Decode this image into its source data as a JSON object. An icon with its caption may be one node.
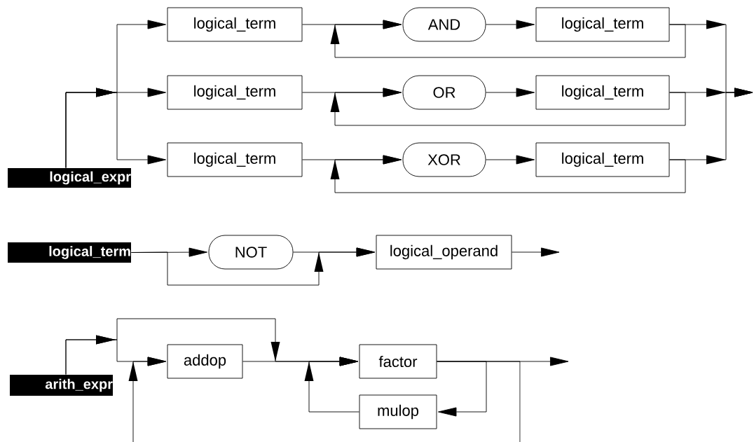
{
  "diagram": {
    "nodes": [
      {
        "text": [
          "logical_expr"
        ]
      },
      {
        "text": [
          "logical_term"
        ]
      },
      {
        "text": [
          "AND"
        ]
      },
      {
        "text": [
          "logical_term"
        ]
      },
      {
        "text": [
          "logical_term"
        ]
      },
      {
        "text": [
          "OR"
        ]
      },
      {
        "text": [
          "logical_term"
        ]
      },
      {
        "text": [
          "logical_term"
        ]
      },
      {
        "text": [
          "XOR"
        ]
      },
      {
        "text": [
          "logical_term"
        ]
      },
      {
        "text": [
          "logical_term"
        ]
      },
      {
        "text": [
          "NOT"
        ]
      },
      {
        "text": [
          "logical_operand"
        ]
      },
      {
        "text": [
          "arith_expr"
        ]
      },
      {
        "text": [
          "addop"
        ]
      },
      {
        "text": [
          "factor"
        ]
      },
      {
        "text": [
          "mulop"
        ]
      }
    ],
    "edges": [
      {
        "from": 0,
        "to": 1,
        "arrow": "to"
      },
      {
        "from": 0,
        "to": 4,
        "arrow": "to"
      },
      {
        "from": 0,
        "to": 7,
        "arrow": "to"
      },
      {
        "from": 1,
        "to": 2,
        "arrow": "to"
      },
      {
        "from": 2,
        "to": 3,
        "arrow": "to"
      },
      {
        "from": 3,
        "to": 2,
        "arrow": "to"
      },
      {
        "from": 3,
        "to": null,
        "arrow": "to"
      },
      {
        "from": 4,
        "to": 5,
        "arrow": "to"
      },
      {
        "from": 5,
        "to": 6,
        "arrow": "to"
      },
      {
        "from": 6,
        "to": 5,
        "arrow": "to"
      },
      {
        "from": 6,
        "to": null,
        "arrow": "to"
      },
      {
        "from": 7,
        "to": 8,
        "arrow": "to"
      },
      {
        "from": 8,
        "to": 9,
        "arrow": "to"
      },
      {
        "from": 9,
        "to": 8,
        "arrow": "to"
      },
      {
        "from": 9,
        "to": null,
        "arrow": "to"
      },
      {
        "from": 10,
        "to": 11,
        "arrow": "to"
      },
      {
        "from": 11,
        "to": 12,
        "arrow": "to"
      },
      {
        "from": 10,
        "to": 12,
        "arrow": "to"
      },
      {
        "from": 12,
        "to": null,
        "arrow": "to"
      },
      {
        "from": 13,
        "to": 14,
        "arrow": "to"
      },
      {
        "from": 13,
        "to": 15,
        "arrow": "to"
      },
      {
        "from": 14,
        "to": 15,
        "arrow": "to"
      },
      {
        "from": 15,
        "to": 16,
        "arrow": "to"
      },
      {
        "from": 16,
        "to": 15,
        "arrow": "to"
      },
      {
        "from": 15,
        "to": null,
        "arrow": "to"
      },
      {
        "from": 15,
        "to": null,
        "arrow": "none"
      },
      {
        "from": null,
        "to": 14,
        "arrow": "to"
      }
    ]
  }
}
